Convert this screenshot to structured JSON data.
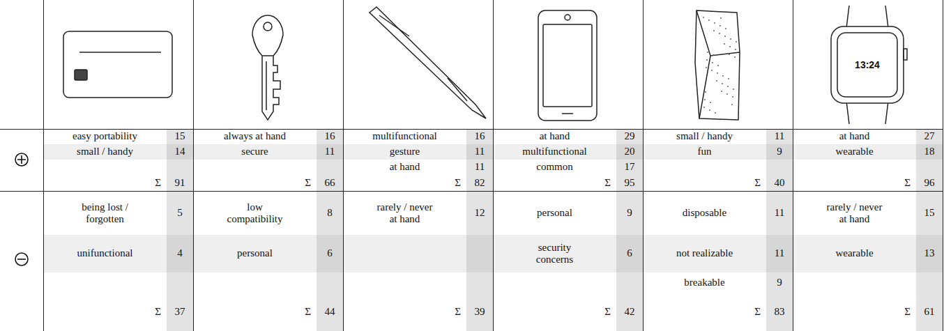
{
  "diagram": {
    "labels": [
      "13:24",
      "easy portability",
      "15",
      "always at hand",
      "16",
      "multifunctional",
      "16",
      "at hand",
      "29",
      "small / handy",
      "11",
      "at hand",
      "27",
      "small / handy",
      "14",
      "secure",
      "11",
      "gesture",
      "11",
      "multifunctional",
      "20",
      "fun",
      "9",
      "wearable",
      "18",
      "at hand",
      "11",
      "common",
      "17",
      "Σ",
      "91",
      "Σ",
      "66",
      "Σ",
      "82",
      "Σ",
      "95",
      "Σ",
      "40",
      "Σ",
      "96",
      "being lost / forgotten",
      "5",
      "low compatibility",
      "8",
      "rarely / never at hand",
      "12",
      "personal",
      "9",
      "disposable",
      "11",
      "rarely / never at hand",
      "15",
      "unifunctional",
      "4",
      "personal",
      "6",
      "security concerns",
      "6",
      "not realizable",
      "11",
      "wearable",
      "13",
      "breakable",
      "9",
      "Σ",
      "37",
      "Σ",
      "44",
      "Σ",
      "39",
      "Σ",
      "42",
      "Σ",
      "83",
      "Σ",
      "61"
    ]
  }
}
